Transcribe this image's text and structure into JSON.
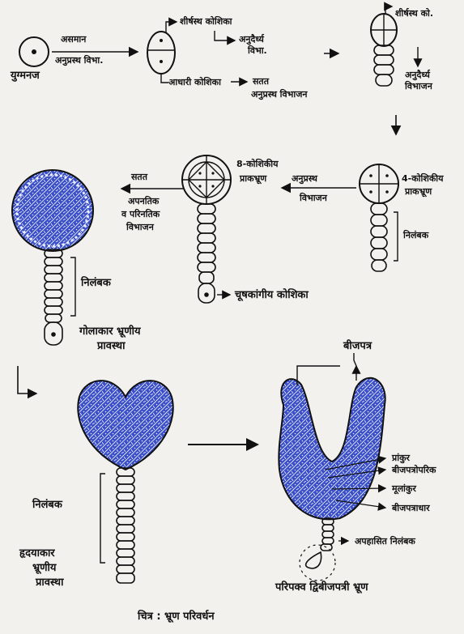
{
  "labels": {
    "zygote": "युग्मनज",
    "unequal_division": "असमान",
    "transverse_division": "अनुप्रस्थ विभा.",
    "apical_cell_1": "शीर्षस्थ कोशिका",
    "longitudinal_1": "अनुदैर्ध्य",
    "longitudinal_1b": "विभा.",
    "basal_cell": "आधारी कोशिका",
    "continuous": "सतत",
    "transverse_division_2": "अनुप्रस्थ विभाजन",
    "apical_cell_2": "शीर्षस्थ को.",
    "longitudinal_2": "अनुदैर्ध्य",
    "longitudinal_2b": "विभाजन",
    "four_cell": "4-कोशिकीय",
    "four_cell_b": "प्राकभ्रूण",
    "suspensor_1": "निलंबक",
    "eight_cell": "8-कोशिकीय",
    "eight_cell_b": "प्राकभ्रूण",
    "transverse_division_3": "अनुप्रस्थ",
    "transverse_division_3b": "विभाजन",
    "haustorial_cell": "चूषकांगीय कोशिका",
    "continuous_2": "सतत",
    "anticlinal": "अपनतिक",
    "periclinal": "व परिनतिक",
    "division": "विभाजन",
    "suspensor_2": "निलंबक",
    "globular_stage": "गोलाकार भ्रूणीय",
    "globular_stage_b": "प्रावस्था",
    "cotyledon": "बीजपत्र",
    "suspensor_3": "निलंबक",
    "heart_stage": "हृदयाकार",
    "heart_stage_b": "भ्रूणीय",
    "heart_stage_c": "प्रावस्था",
    "plumule": "प्रांकुर",
    "epicotyl": "बीजपत्रोपरिक",
    "radicle": "मूलांकुर",
    "hypocotyl": "बीजपत्राधार",
    "degenerated_suspensor": "अपहासित निलंबक",
    "mature_embryo": "परिपक्व द्विबीजपत्री भ्रूण",
    "caption": "चित्र :  भ्रूण परिवर्धन"
  },
  "colors": {
    "ink": "#111111",
    "cell_fill": "#3a4fc8",
    "paper": "#f2f1ee"
  }
}
